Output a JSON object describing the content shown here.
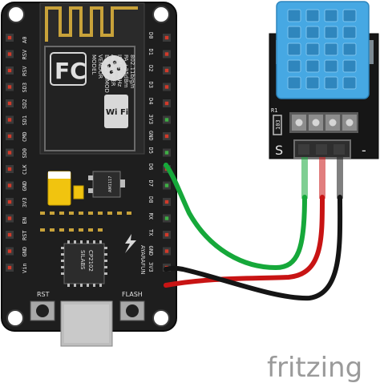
{
  "board": {
    "left_pins": [
      "A0",
      "RSV",
      "RSV",
      "SD3",
      "SD2",
      "SD1",
      "CMD",
      "SD0",
      "CLK",
      "GND",
      "3V3",
      "EN",
      "RST",
      "GND",
      "Vin"
    ],
    "right_pins": [
      "D0",
      "D1",
      "D2",
      "D3",
      "D4",
      "3V3",
      "GND",
      "D5",
      "D6",
      "D7",
      "D8",
      "RX",
      "TX",
      "GND",
      "3V3"
    ],
    "module_text": [
      "MODEL",
      "VENDOR",
      "ESP8266MOD",
      "AI-THINKER",
      "ISM 2.4GHz",
      "PA +25dBm",
      "802.11b/g/n"
    ],
    "fcc_label": "FC",
    "wifi_label": "Wi Fi",
    "regulator_label": "AM1117",
    "usb_chip_lines": [
      "SILABS",
      "CP2102"
    ],
    "rst_label": "RST",
    "flash_label": "FLASH",
    "vendor_label": "AYARAFUN"
  },
  "sensor": {
    "pin_labels": [
      "S",
      "-"
    ],
    "resistor_label": "R1",
    "resistor_value": "103"
  },
  "watermark": "fritzing",
  "colors": {
    "board": "#1c1c1c",
    "sensor_body": "#46a8e3",
    "wire_signal": "#16a83a",
    "wire_vcc": "#c81414",
    "wire_gnd": "#151515",
    "gold": "#c8a23a"
  }
}
